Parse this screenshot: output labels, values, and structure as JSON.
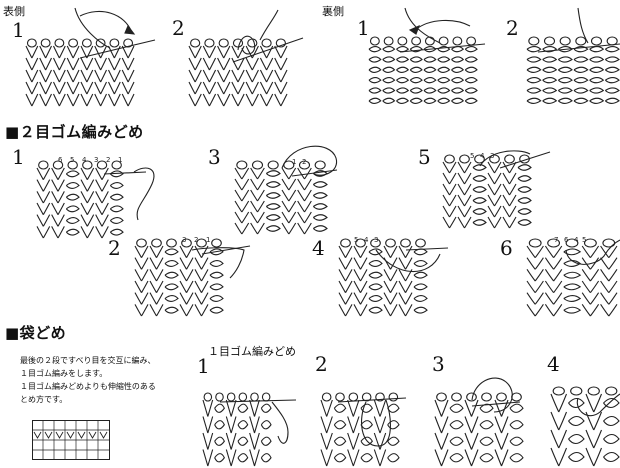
{
  "top": {
    "front_label": "表側",
    "back_label": "裏側",
    "steps": [
      "1",
      "2",
      "1",
      "2"
    ]
  },
  "section1": {
    "title": "■２目ゴム編みどめ",
    "steps": [
      "1",
      "3",
      "5",
      "2",
      "4",
      "6"
    ],
    "numbers": {
      "s1": [
        "6",
        "5",
        "4",
        "3",
        "2",
        "1"
      ],
      "s3": [
        "1",
        "2"
      ],
      "s5": [
        "5",
        "4",
        "3"
      ],
      "s2": [
        "3",
        "2",
        "1"
      ],
      "s4": [
        "5",
        "4",
        "3"
      ],
      "s6": [
        "7",
        "6",
        "4",
        "5"
      ]
    }
  },
  "section2": {
    "title": "■袋どめ",
    "description_lines": [
      "最後の２段ですべり目を交互に編み、",
      "１目ゴム編みをします。",
      "１目ゴム編みどめよりも伸縮性のある",
      "とめ方です。"
    ],
    "subtitle": "１目ゴム編みどめ",
    "steps": [
      "1",
      "2",
      "3",
      "4"
    ]
  },
  "colors": {
    "ink": "#222222",
    "background": "#ffffff"
  }
}
